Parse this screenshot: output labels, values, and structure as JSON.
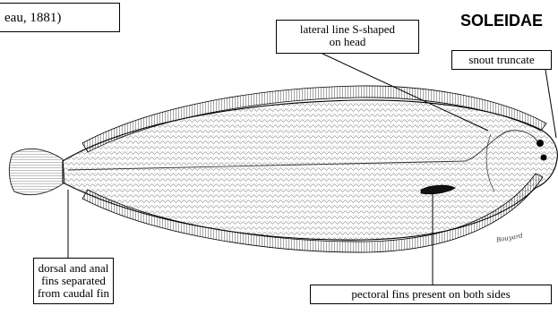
{
  "header": {
    "author_fragment": "eau, 1881)",
    "family_name": "SOLEIDAE"
  },
  "labels": {
    "lateral_line": [
      "lateral line S-shaped",
      "on head"
    ],
    "snout": "snout truncate",
    "dorsal_anal": [
      "dorsal and anal",
      "fins separated",
      "from caudal fin"
    ],
    "pectoral": "pectoral fins present on both sides"
  },
  "illustration": {
    "subject": "sole fish body outline with scales and fins",
    "signature": "Bouyard"
  },
  "colors": {
    "ink": "#000000",
    "paper": "#ffffff"
  }
}
